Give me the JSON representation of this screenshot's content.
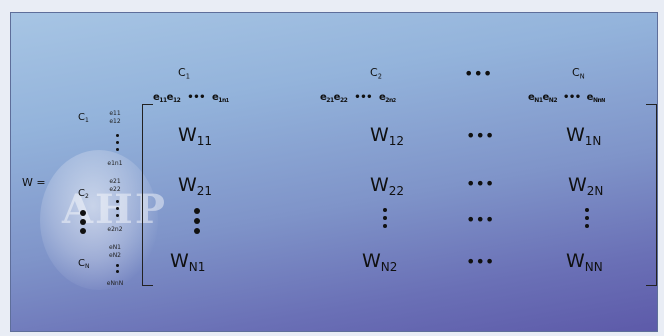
{
  "matrix_label": "W =",
  "columns": [
    {
      "cluster": "C",
      "cluster_sub": "1",
      "elements": [
        "e",
        "11",
        "e",
        "12",
        "•••",
        "e",
        "1n",
        "1"
      ]
    },
    {
      "cluster": "C",
      "cluster_sub": "2",
      "elements": [
        "e",
        "21",
        "e",
        "22",
        "•••",
        "e",
        "2n",
        "2"
      ]
    },
    {
      "cluster": "C",
      "cluster_sub": "N",
      "elements": [
        "e",
        "N1",
        "e",
        "N2",
        "•••",
        "e",
        "Nn",
        "N"
      ]
    }
  ],
  "rows": [
    {
      "cluster": "C",
      "cluster_sub": "1",
      "elements": [
        "e11",
        "e12",
        "e1n1"
      ]
    },
    {
      "cluster": "C",
      "cluster_sub": "2",
      "elements": [
        "e21",
        "e22",
        "e2n2"
      ]
    },
    {
      "cluster": "C",
      "cluster_sub": "N",
      "elements": [
        "eN1",
        "eN2",
        "eNnN"
      ]
    }
  ],
  "cells": {
    "w11": {
      "base": "W",
      "sub": "11"
    },
    "w12": {
      "base": "W",
      "sub": "12"
    },
    "w1n": {
      "base": "W",
      "sub": "1N"
    },
    "w21": {
      "base": "W",
      "sub": "21"
    },
    "w22": {
      "base": "W",
      "sub": "22"
    },
    "w2n": {
      "base": "W",
      "sub": "2N"
    },
    "wn1": {
      "base": "W",
      "sub": "N1"
    },
    "wn2": {
      "base": "W",
      "sub": "N2"
    },
    "wnn": {
      "base": "W",
      "sub": "NN"
    }
  },
  "ellipsis": "•••",
  "colors": {
    "text": "#101010",
    "dots": "#111111",
    "bg_top": "#a7c5e4",
    "bg_bottom": "#5d5aa9"
  }
}
